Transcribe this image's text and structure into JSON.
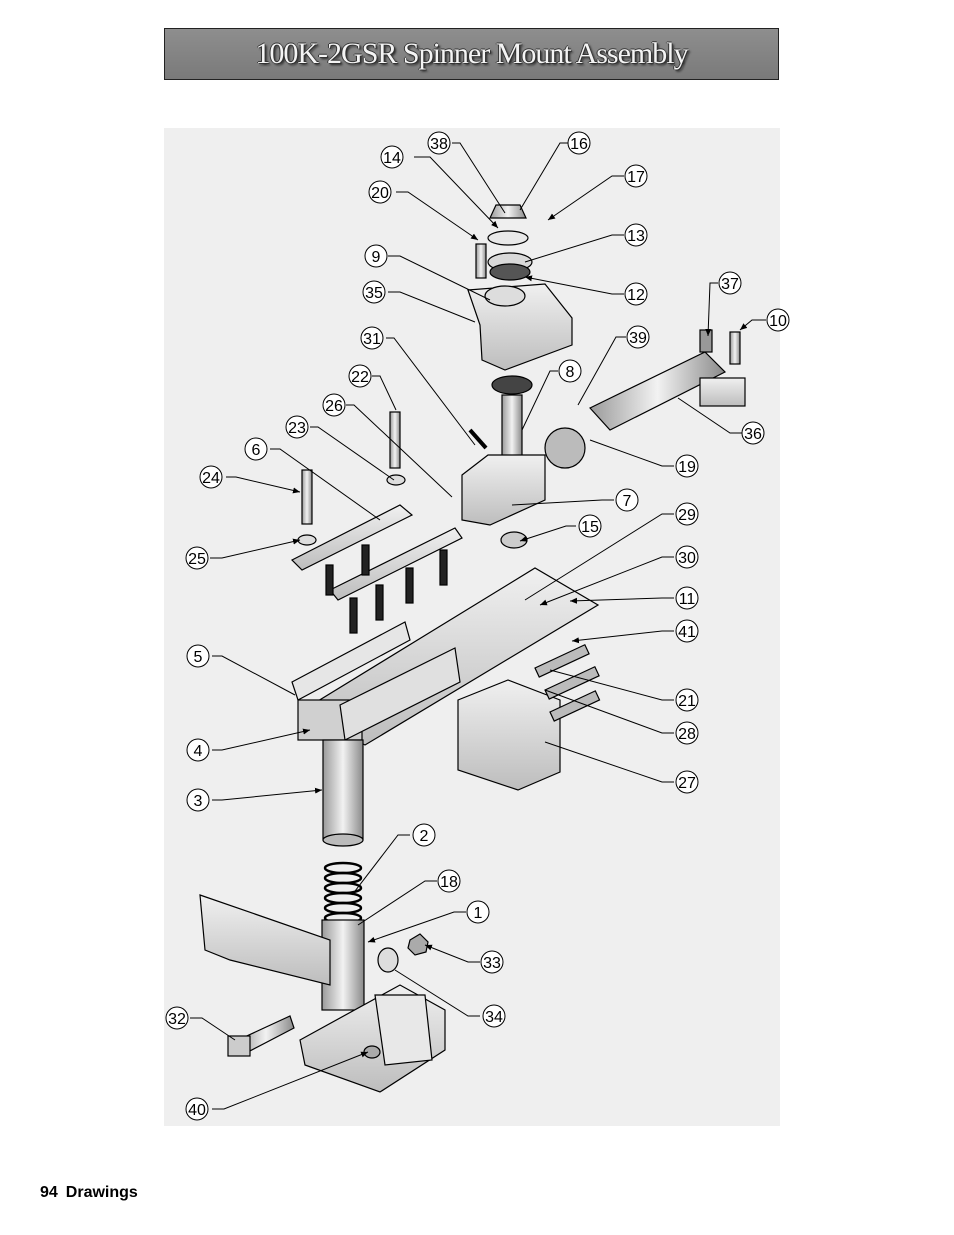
{
  "title": "100K-2GSR Spinner Mount Assembly",
  "footer": {
    "page_number": "94",
    "section": "Drawings"
  },
  "callouts": [
    "1",
    "2",
    "3",
    "4",
    "5",
    "6",
    "7",
    "8",
    "9",
    "10",
    "11",
    "12",
    "13",
    "14",
    "15",
    "16",
    "17",
    "18",
    "19",
    "20",
    "21",
    "22",
    "23",
    "24",
    "25",
    "26",
    "27",
    "28",
    "29",
    "30",
    "31",
    "32",
    "33",
    "34",
    "35",
    "36",
    "37",
    "38",
    "39",
    "40",
    "41"
  ]
}
